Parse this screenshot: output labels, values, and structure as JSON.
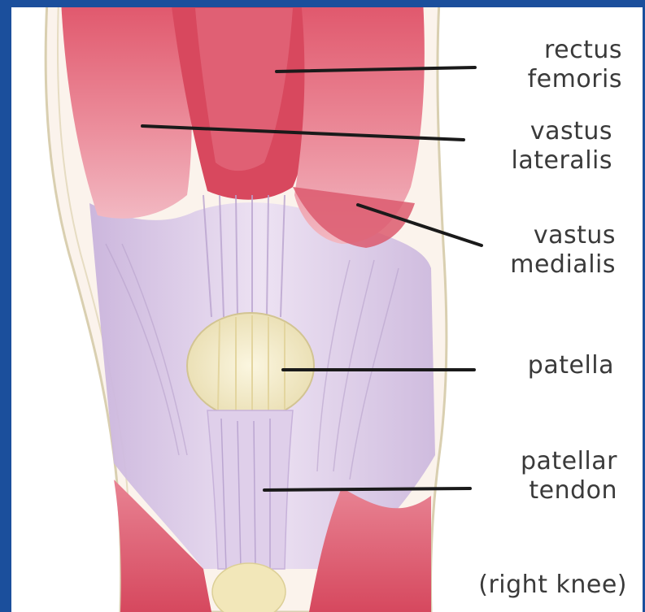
{
  "labels": {
    "rectus_femoris": {
      "line1": "rectus",
      "line2": "femoris"
    },
    "vastus_lateralis": {
      "line1": "vastus",
      "line2": "lateralis"
    },
    "vastus_medialis": {
      "line1": "vastus",
      "line2": "medialis"
    },
    "patella": {
      "line1": "patella"
    },
    "patellar_tendon": {
      "line1": "patellar",
      "line2": "tendon"
    },
    "caption": "(right knee)"
  },
  "colors": {
    "frame_blue": "#1b4f9c",
    "muscle_red": "#d9465c",
    "muscle_light": "#ef9aa8",
    "tendon_lilac": "#d8c9e6",
    "patella_cream": "#f4ecc8",
    "skin_outline": "#d9cfb0",
    "label_text": "#3a3a3a",
    "leader_line": "#1a1a1a"
  }
}
